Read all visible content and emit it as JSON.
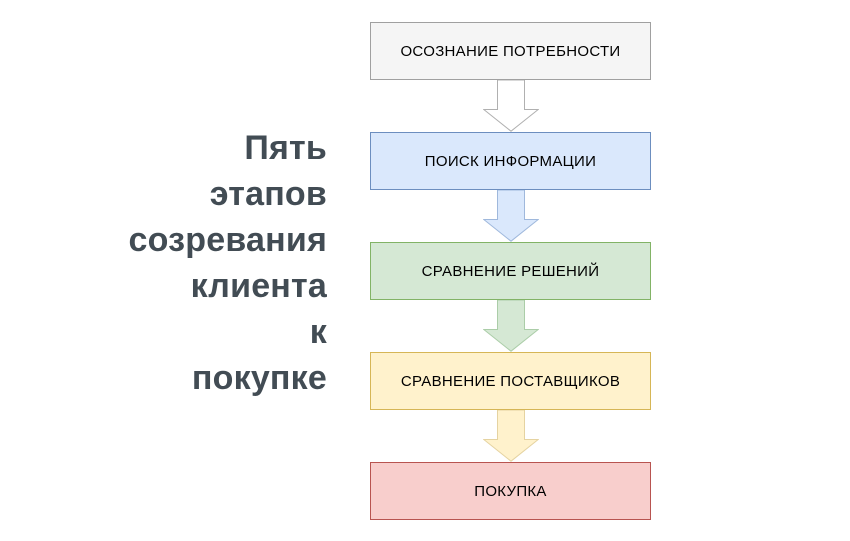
{
  "heading": {
    "text": "Пять этапов созревания клиента к покупке",
    "lines": [
      "Пять",
      "этапов",
      "созревания",
      "клиента",
      "к",
      "покупке"
    ],
    "color": "#424c54"
  },
  "flow": {
    "stages": [
      {
        "label": "ОСОЗНАНИЕ ПОТРЕБНОСТИ",
        "fill": "#f5f5f5",
        "stroke": "#a0a0a0",
        "arrow_fill": "#ffffff",
        "arrow_stroke": "#b0b0b0"
      },
      {
        "label": "ПОИСК ИНФОРМАЦИИ",
        "fill": "#dae8fc",
        "stroke": "#6c8ebf",
        "arrow_fill": "#dae8fc",
        "arrow_stroke": "#9fb8dc"
      },
      {
        "label": "СРАВНЕНИЕ РЕШЕНИЙ",
        "fill": "#d5e8d4",
        "stroke": "#82b366",
        "arrow_fill": "#d5e8d4",
        "arrow_stroke": "#abcda8"
      },
      {
        "label": "СРАВНЕНИЕ ПОСТАВЩИКОВ",
        "fill": "#fff2cc",
        "stroke": "#d6b656",
        "arrow_fill": "#fff2cc",
        "arrow_stroke": "#e5d3a1"
      },
      {
        "label": "ПОКУПКА",
        "fill": "#f8cecc",
        "stroke": "#b85450",
        "arrow_fill": null,
        "arrow_stroke": null
      }
    ]
  }
}
